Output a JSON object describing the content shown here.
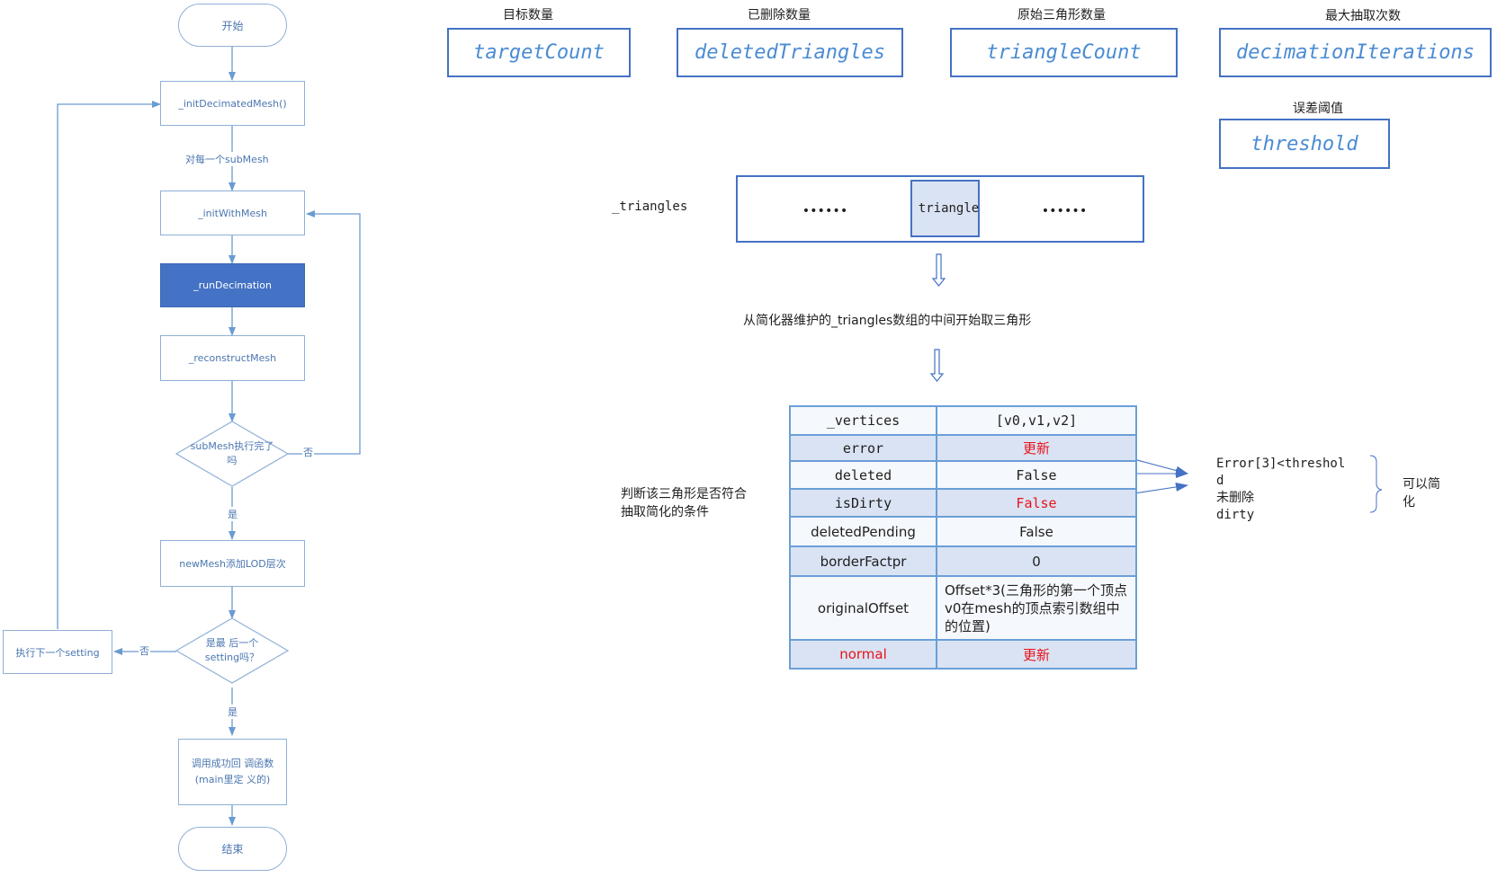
{
  "flowchart": {
    "start": "开始",
    "init_decimated_mesh": "_initDecimatedMesh()",
    "per_submesh_label": "对每一个subMesh",
    "init_with_mesh": "_initWithMesh",
    "run_decimation": "_runDecimation",
    "reconstruct_mesh": "_reconstructMesh",
    "submesh_done_q": "subMesh执行完了吗",
    "no_label": "否",
    "yes_label": "是",
    "add_lod": "newMesh添加LOD层次",
    "last_setting_q": "是最 后一个setting吗？",
    "next_setting": "执行下一个setting",
    "success_callback": "调用成功回 调函数(main里定 义的)",
    "end": "结束"
  },
  "variables": [
    {
      "label": "目标数量",
      "name": "targetCount"
    },
    {
      "label": "已删除数量",
      "name": "deletedTriangles"
    },
    {
      "label": "原始三角形数量",
      "name": "triangleCount"
    },
    {
      "label": "最大抽取次数",
      "name": "decimationIterations"
    },
    {
      "label": "误差阈值",
      "name": "threshold"
    }
  ],
  "triangles_array": {
    "label": "_triangles",
    "left_dots": "••••••",
    "middle": "triangle",
    "right_dots": "••••••",
    "caption": "从简化器维护的_triangles数组的中间开始取三角形"
  },
  "attribute_table": {
    "rows": [
      {
        "key": "_vertices",
        "value": "[v0,v1,v2]"
      },
      {
        "key": "error",
        "value": "更新"
      },
      {
        "key": "deleted",
        "value": "False"
      },
      {
        "key": "isDirty",
        "value": "False"
      },
      {
        "key": "deletedPending",
        "value": "False"
      },
      {
        "key": "borderFactpr",
        "value": "0"
      },
      {
        "key": "originalOffset",
        "value": "Offset*3(三角形的第一个顶点v0在mesh的顶点索引数组中的位置)"
      },
      {
        "key": "normal",
        "value": "更新"
      }
    ]
  },
  "side_notes": {
    "judge": "判断该三角形是否符合抽取简化的条件",
    "conditions": [
      "Error[3]<threshold",
      "未删除",
      "dirty"
    ],
    "result": "可以简化"
  },
  "colors": {
    "flow_line": "#6a9bd1",
    "active_node": "#4472c4",
    "box_border": "#4472c4",
    "var_text": "#4a8bd4",
    "highlight_red": "#e8121b"
  }
}
